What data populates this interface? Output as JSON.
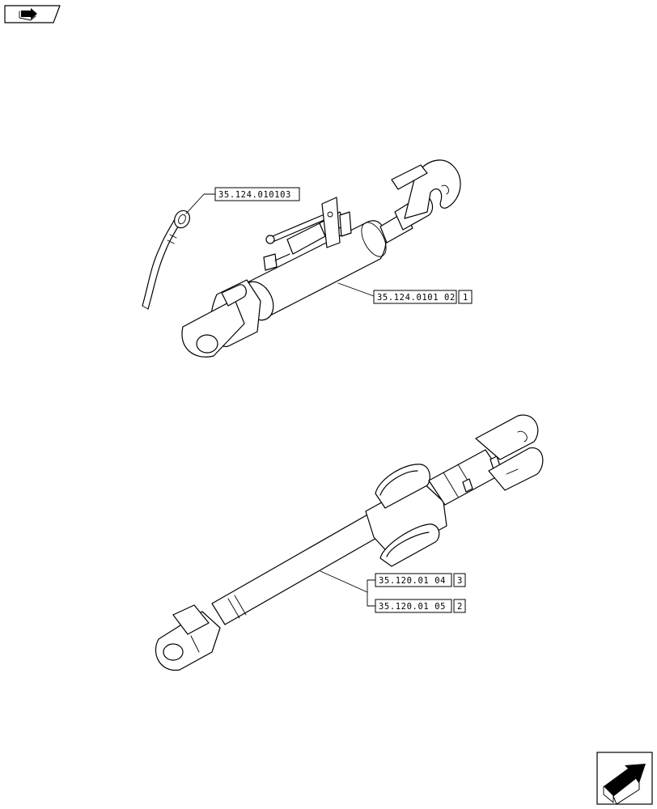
{
  "callouts": {
    "pipe_ref": {
      "code": "35.124.010103"
    },
    "cylinder_ref": {
      "code": "35.124.0101 02",
      "item": "1"
    },
    "link_ref_a": {
      "code": "35.120.01 04",
      "item": "3"
    },
    "link_ref_b": {
      "code": "35.120.01 05",
      "item": "2"
    }
  },
  "icons": {
    "top_left": "book-arrow-icon",
    "bottom_right": "next-page-arrow-icon"
  }
}
